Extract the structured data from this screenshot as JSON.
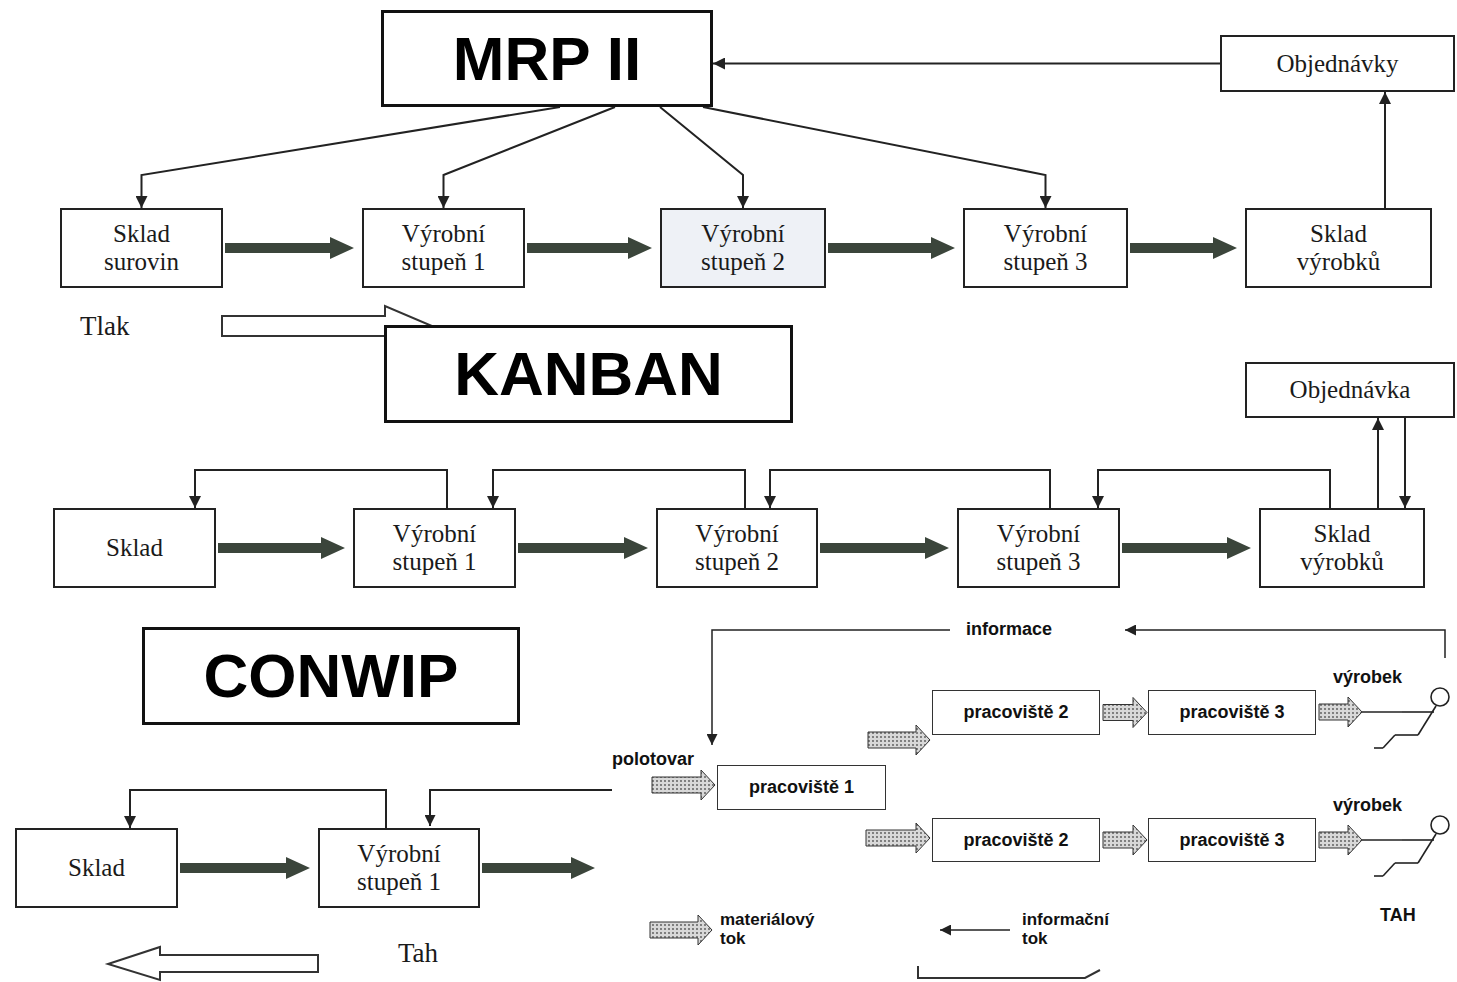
{
  "diagram": {
    "nodes": [
      {
        "text": [
          "MRP II"
        ]
      },
      {
        "text": [
          "Objednávky"
        ]
      },
      {
        "text": [
          "Sklad surovin"
        ]
      },
      {
        "text": [
          "Výrobní stupeň 1"
        ]
      },
      {
        "text": [
          "Výrobní stupeň 2"
        ]
      },
      {
        "text": [
          "Výrobní stupeň 3"
        ]
      },
      {
        "text": [
          "Sklad výrobků"
        ]
      },
      {
        "text": [
          "KANBAN"
        ]
      },
      {
        "text": [
          "Objednávka"
        ]
      },
      {
        "text": [
          "Sklad"
        ]
      },
      {
        "text": [
          "Výrobní stupeň 1"
        ]
      },
      {
        "text": [
          "Výrobní stupeň 2"
        ]
      },
      {
        "text": [
          "Výrobní stupeň 3"
        ]
      },
      {
        "text": [
          "Sklad výrobků"
        ]
      },
      {
        "text": [
          "CONWIP"
        ]
      },
      {
        "text": [
          "pracoviště 2"
        ]
      },
      {
        "text": [
          "pracoviště 3"
        ]
      },
      {
        "text": [
          "pracoviště 1"
        ]
      },
      {
        "text": [
          "pracoviště 2"
        ]
      },
      {
        "text": [
          "pracoviště 3"
        ]
      },
      {
        "text": [
          "Sklad"
        ]
      },
      {
        "text": [
          "Výrobní stupeň 1"
        ]
      }
    ],
    "edges": [
      {
        "from": 1,
        "to": 0,
        "arrow": "to"
      },
      {
        "from": 6,
        "to": 1,
        "arrow": "to"
      },
      {
        "from": 0,
        "to": 2,
        "arrow": "to"
      },
      {
        "from": 0,
        "to": 3,
        "arrow": "to"
      },
      {
        "from": 0,
        "to": 4,
        "arrow": "to"
      },
      {
        "from": 0,
        "to": 5,
        "arrow": "to"
      },
      {
        "from": 2,
        "to": 3,
        "arrow": "to"
      },
      {
        "from": 3,
        "to": 4,
        "arrow": "to"
      },
      {
        "from": 4,
        "to": 5,
        "arrow": "to"
      },
      {
        "from": 5,
        "to": 6,
        "arrow": "to"
      },
      {
        "from": 9,
        "to": 10,
        "arrow": "to"
      },
      {
        "from": 10,
        "to": 11,
        "arrow": "to"
      },
      {
        "from": 11,
        "to": 12,
        "arrow": "to"
      },
      {
        "from": 12,
        "to": 13,
        "arrow": "to"
      },
      {
        "from": 10,
        "to": 9,
        "arrow": "to"
      },
      {
        "from": 11,
        "to": 10,
        "arrow": "to"
      },
      {
        "from": 12,
        "to": 11,
        "arrow": "to"
      },
      {
        "from": 13,
        "to": 12,
        "arrow": "to"
      },
      {
        "from": 13,
        "to": 8,
        "arrow": "to"
      },
      {
        "from": 8,
        "to": 13,
        "arrow": "to"
      },
      {
        "from": 15,
        "to": 16,
        "arrow": "to"
      },
      {
        "from": 18,
        "to": 19,
        "arrow": "to"
      },
      {
        "from": 20,
        "to": 21,
        "arrow": "to"
      },
      {
        "from": 21,
        "to": 20,
        "arrow": "to"
      }
    ],
    "labels": [
      "Tlak",
      "Tah",
      "informace",
      "polotovar",
      "výrobek",
      "výrobek",
      "TAH"
    ],
    "legend": [
      {
        "text": "materiálový tok"
      },
      {
        "text": "informační tok"
      }
    ]
  }
}
